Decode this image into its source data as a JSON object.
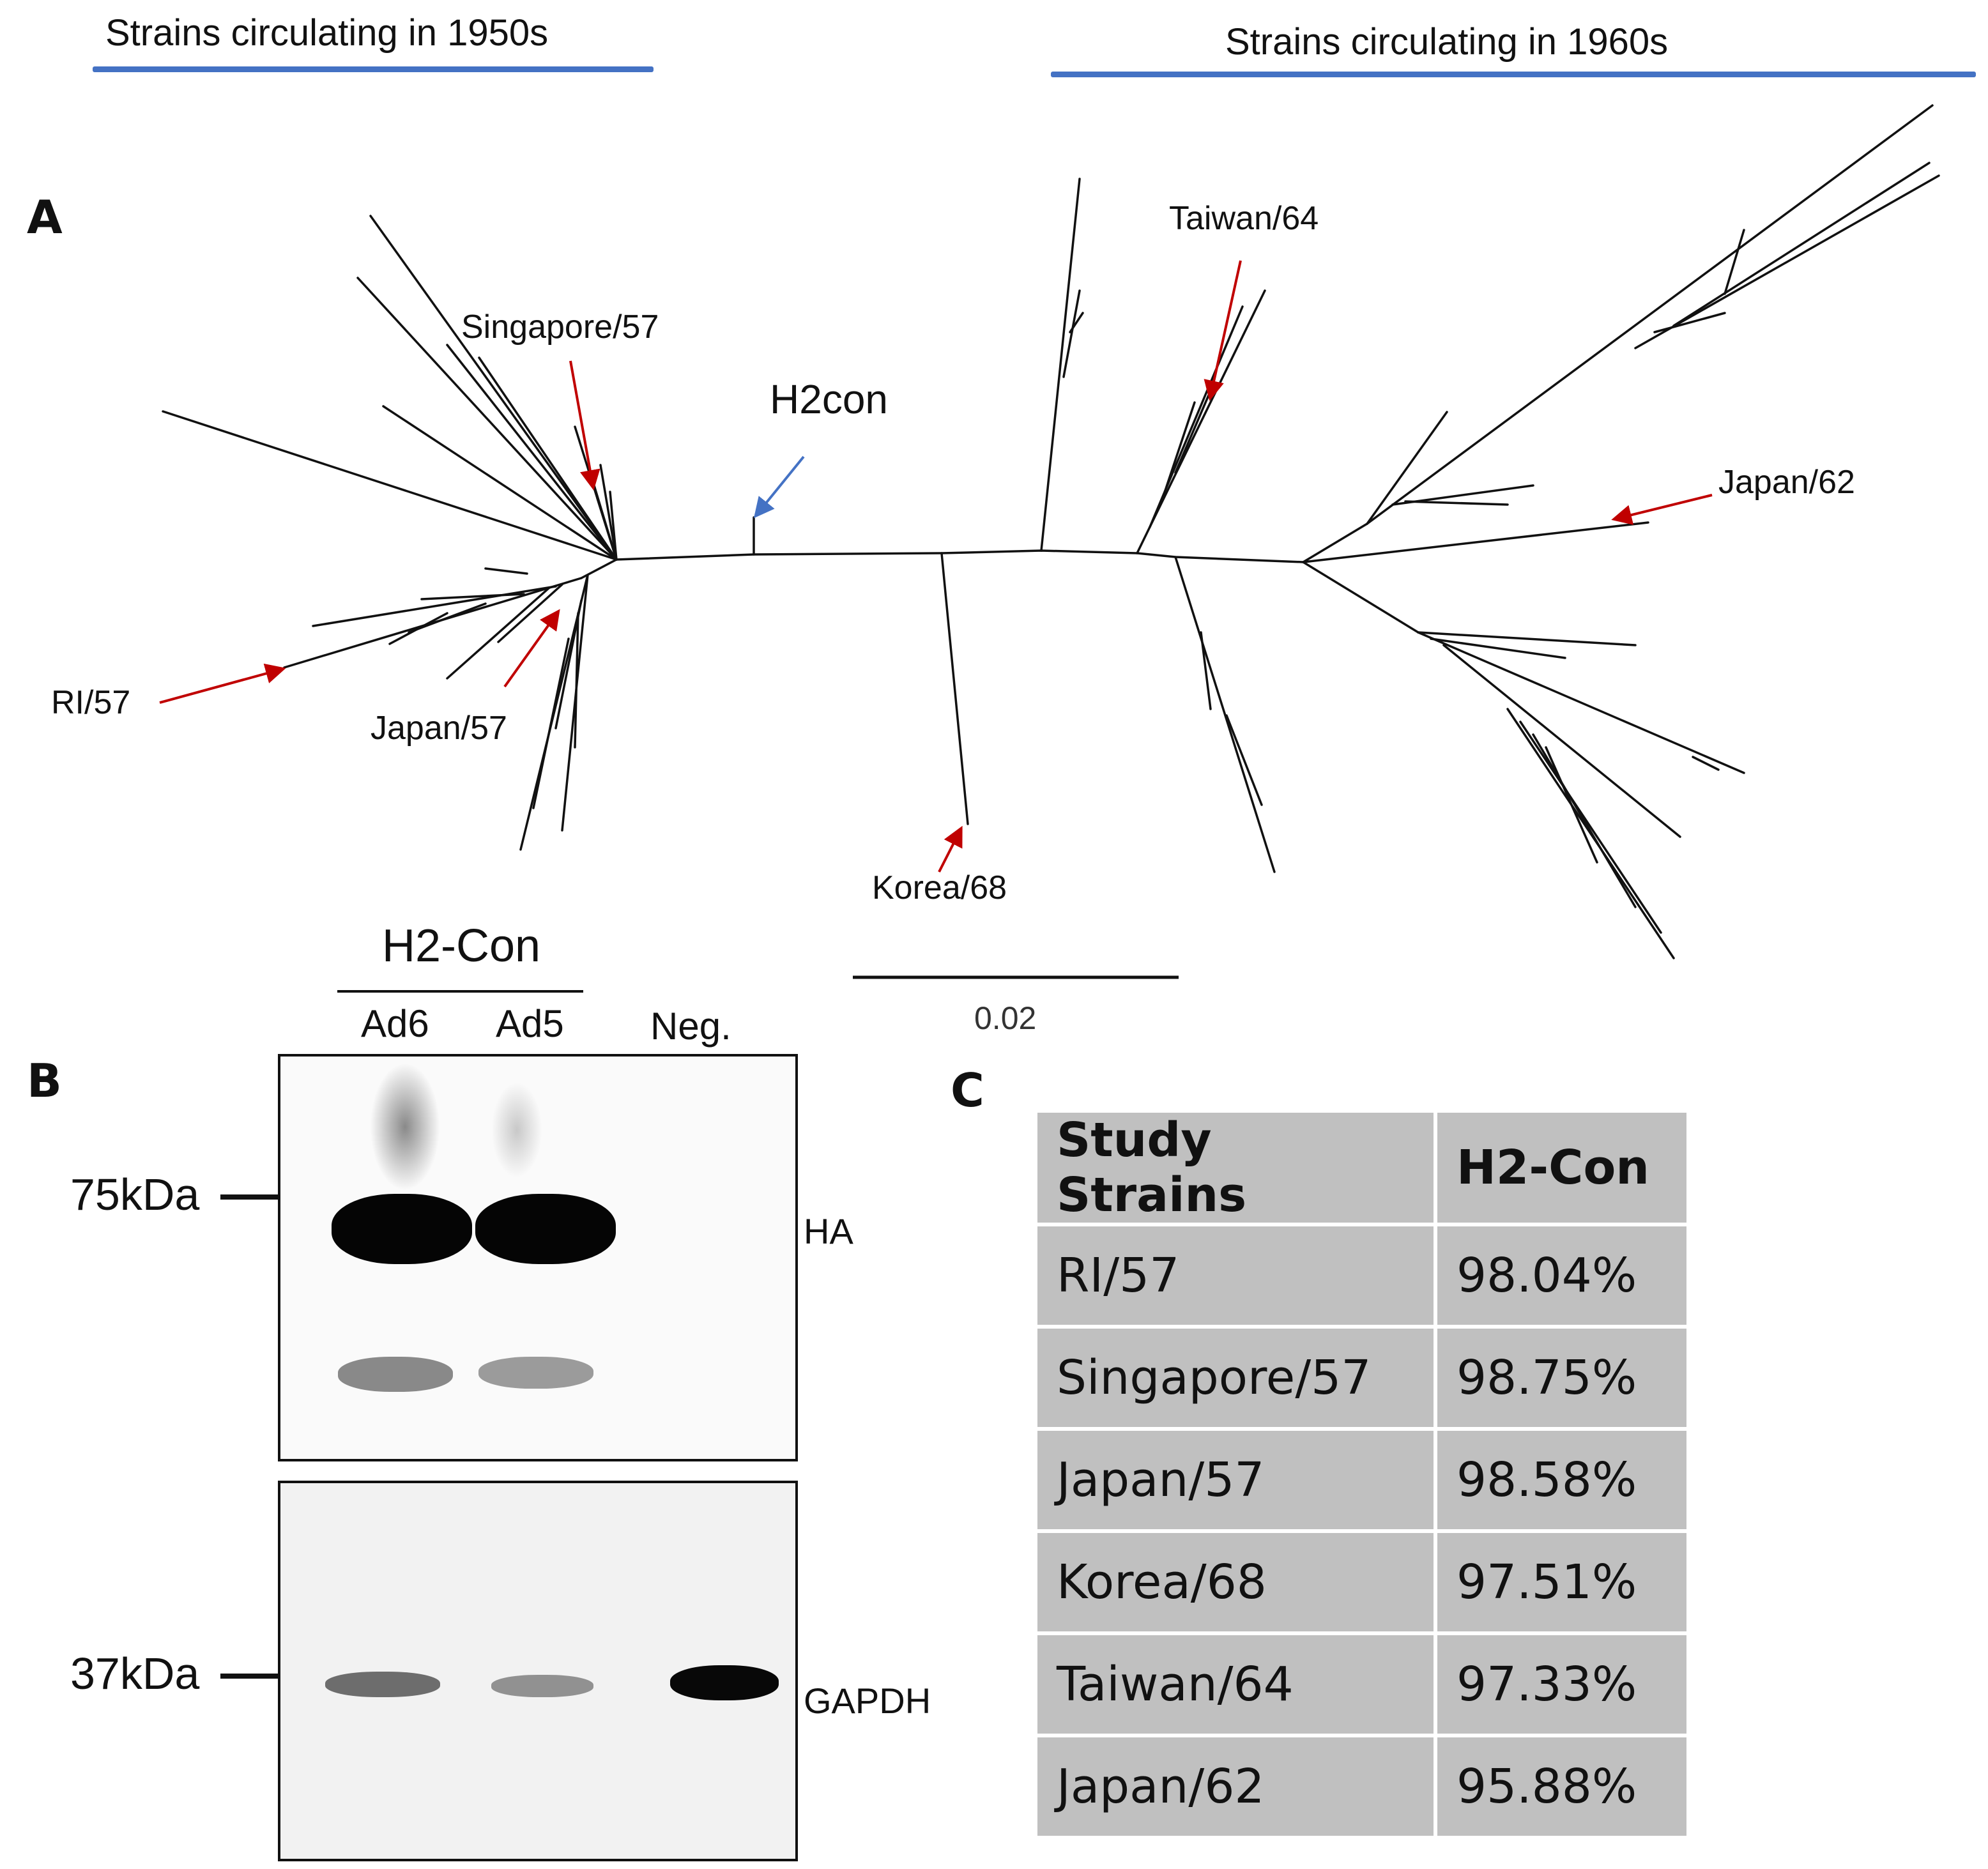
{
  "header": {
    "left_era": "Strains circulating in 1950s",
    "right_era": "Strains circulating in 1960s",
    "accent_color": "#4472c4"
  },
  "panel_a": {
    "letter": "A",
    "consensus_label": "H2con",
    "strain_labels": {
      "singapore": "Singapore/57",
      "taiwan": "Taiwan/64",
      "japan62": "Japan/62",
      "ri": "RI/57",
      "japan57": "Japan/57",
      "korea": "Korea/68"
    },
    "scale_bar_label": "0.02",
    "arrow_color_strains": "#c00000",
    "arrow_color_consensus": "#4472c4"
  },
  "panel_b": {
    "letter": "B",
    "group_label": "H2-Con",
    "lanes": [
      "Ad6",
      "Ad5",
      "Neg."
    ],
    "markers": [
      "75kDa",
      "37kDa"
    ],
    "blots": [
      "HA",
      "GAPDH"
    ]
  },
  "panel_c": {
    "letter": "C",
    "headers": [
      "Study Strains",
      "H2-Con"
    ],
    "rows": [
      [
        "RI/57",
        "98.04%"
      ],
      [
        "Singapore/57",
        "98.75%"
      ],
      [
        "Japan/57",
        "98.58%"
      ],
      [
        "Korea/68",
        "97.51%"
      ],
      [
        "Taiwan/64",
        "97.33%"
      ],
      [
        "Japan/62",
        "95.88%"
      ]
    ]
  }
}
